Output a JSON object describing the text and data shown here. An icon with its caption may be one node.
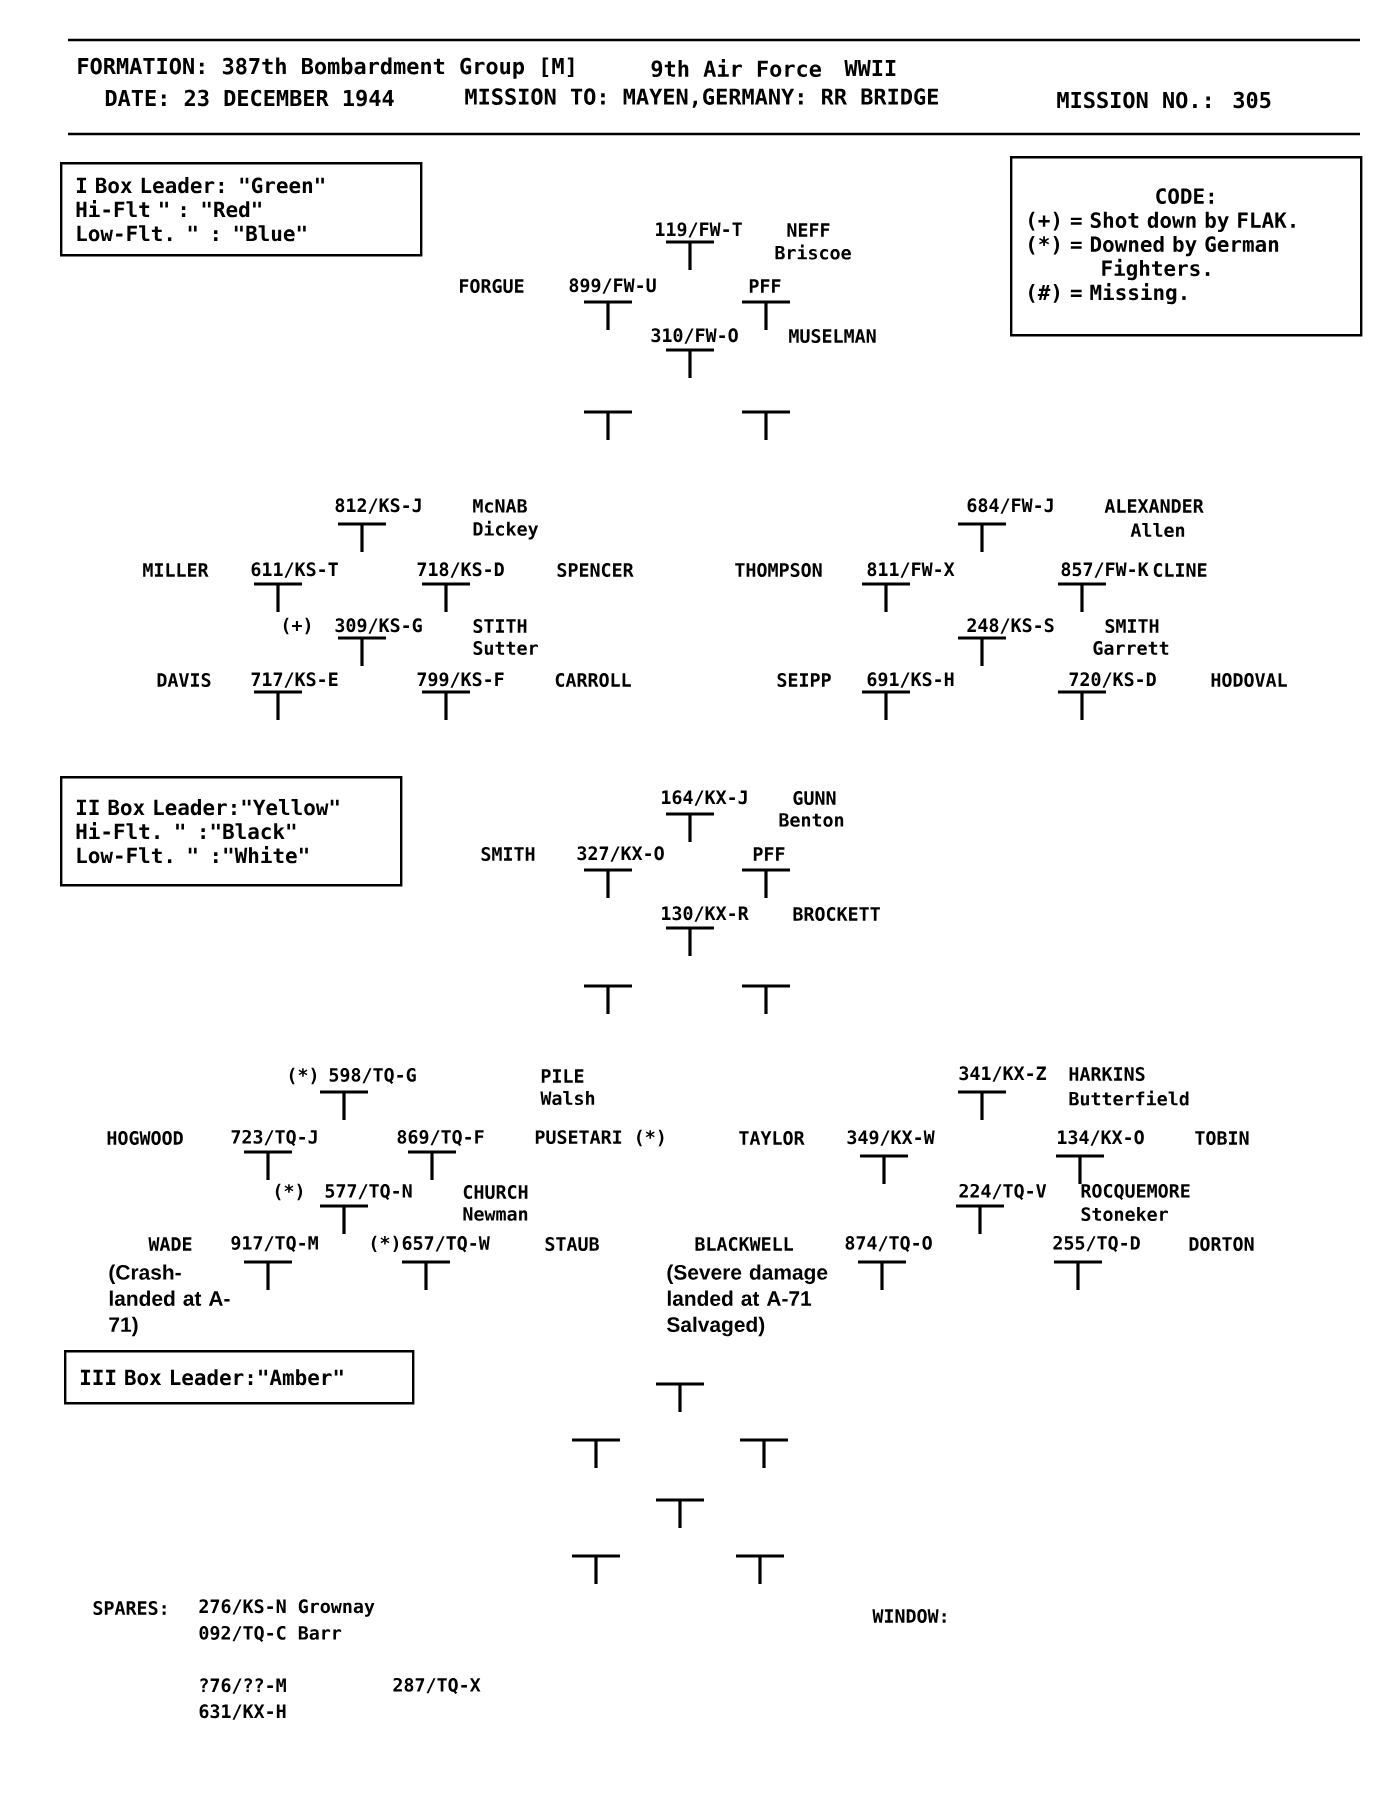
{
  "diagram": {
    "nodes": [
      {
        "text": [
          "I Box Leader: \"Green\"",
          "Hi-Flt  \"  : \"Red\"",
          "Low-Flt. \"  : \"Blue\""
        ]
      },
      {
        "text": [
          "CODE:",
          "(+) = Shot down by FLAK.",
          "(*) = Downed by German Fighters.",
          "(#) = Missing."
        ]
      },
      {
        "text": [
          "II Box Leader:\"Yellow\"",
          "Hi-Flt.   \" :\"Black\"",
          "Low-Flt.  \" :\"White\""
        ]
      },
      {
        "text": [
          "III Box Leader:\"Amber\""
        ]
      }
    ],
    "labels": [
      "FORMATION: 387th Bombardment Group [M]",
      "9th Air Force",
      "WWII",
      "DATE: 23 DECEMBER 1944",
      "MISSION TO: MAYEN,GERMANY: RR BRIDGE",
      "MISSION NO.: 305",
      "119/FW-T",
      "NEFF",
      "Briscoe",
      "FORGUE",
      "899/FW-U",
      "PFF",
      "310/FW-O",
      "MUSELMAN",
      "812/KS-J",
      "McNAB",
      "Dickey",
      "684/FW-J",
      "ALEXANDER",
      "Allen",
      "MILLER",
      "611/KS-T",
      "718/KS-D",
      "SPENCER",
      "THOMPSON",
      "811/FW-X",
      "857/FW-K",
      "CLINE",
      "(+)",
      "309/KS-G",
      "STITH",
      "Sutter",
      "248/KS-S",
      "SMITH",
      "Garrett",
      "DAVIS",
      "717/KS-E",
      "799/KS-F",
      "CARROLL",
      "SEIPP",
      "691/KS-H",
      "720/KS-D",
      "HODOVAL",
      "164/KX-J",
      "GUNN",
      "Benton",
      "SMITH",
      "327/KX-O",
      "PFF",
      "130/KX-R",
      "BROCKETT",
      "(*)",
      "598/TQ-G",
      "PILE",
      "Walsh",
      "341/KX-Z",
      "HARKINS",
      "Butterfield",
      "HOGWOOD",
      "723/TQ-J",
      "869/TQ-F",
      "PUSETARI (*)",
      "TAYLOR",
      "349/KX-W",
      "134/KX-O",
      "TOBIN",
      "(*)",
      "577/TQ-N",
      "CHURCH",
      "Newman",
      "224/TQ-V",
      "ROCQUEMORE",
      "Stoneker",
      "WADE",
      "917/TQ-M",
      "(*)657/TQ-W",
      "STAUB",
      "BLACKWELL",
      "874/TQ-O",
      "255/TQ-D",
      "DORTON",
      "(Crash-landed at A-71)",
      "(Severe damage landed at A-71 Salvaged)",
      "SPARES:",
      "276/KS-N Grownay",
      "WINDOW:",
      "092/TQ-C Barr",
      "?76/??-M",
      "287/TQ-X",
      "631/KX-H"
    ]
  }
}
